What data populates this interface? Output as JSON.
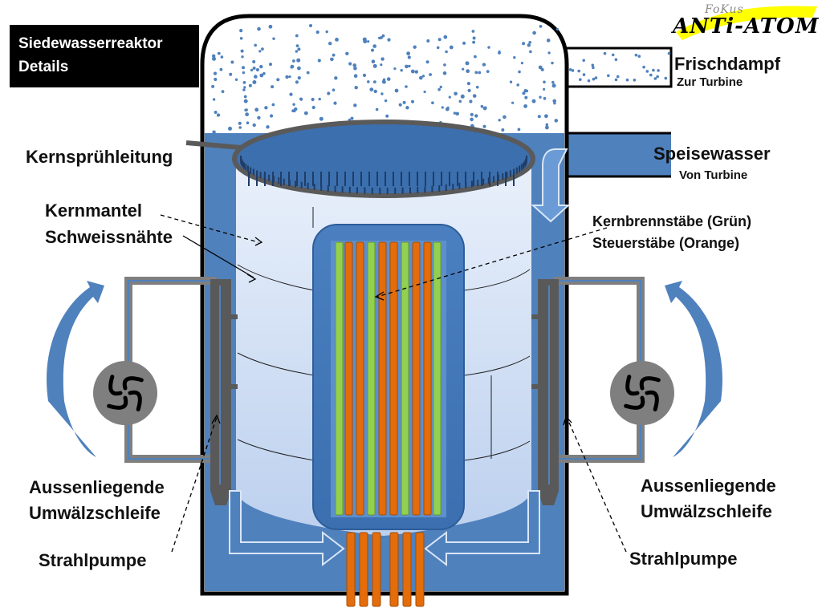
{
  "title": {
    "line1": "Siedewasserreaktor",
    "line2": "Details"
  },
  "logo": {
    "top": "FoKus",
    "main": "ANTi-ATOM"
  },
  "labels": {
    "frischdampf": "Frischdampf",
    "zur_turbine": "Zur Turbine",
    "speisewasser": "Speisewasser",
    "von_turbine": "Von Turbine",
    "kernspruehleitung": "Kernsprühleitung",
    "kernmantel": "Kernmantel",
    "schweissnaehte": "Schweissnähte",
    "kernbrennstaebe": "Kernbrennstäbe (Grün)",
    "steuerstaebe": "Steuerstäbe (Orange)",
    "umwaelz_left_1": "Aussenliegende",
    "umwaelz_left_2": "Umwälzschleife",
    "umwaelz_right_1": "Aussenliegende",
    "umwaelz_right_2": "Umwälzschleife",
    "strahlpumpe_left": "Strahlpumpe",
    "strahlpumpe_right": "Strahlpumpe"
  },
  "colors": {
    "water": "#4f81bd",
    "water_dark": "#2d5d9a",
    "shroud": "#dbe6f8",
    "steam_dots": "#4f81bd",
    "pipe_gray": "#7f7f7f",
    "fuel_green": "#92d050",
    "control_orange": "#e46c0a",
    "title_bg": "#000000",
    "logo_yellow": "#ffff00"
  }
}
